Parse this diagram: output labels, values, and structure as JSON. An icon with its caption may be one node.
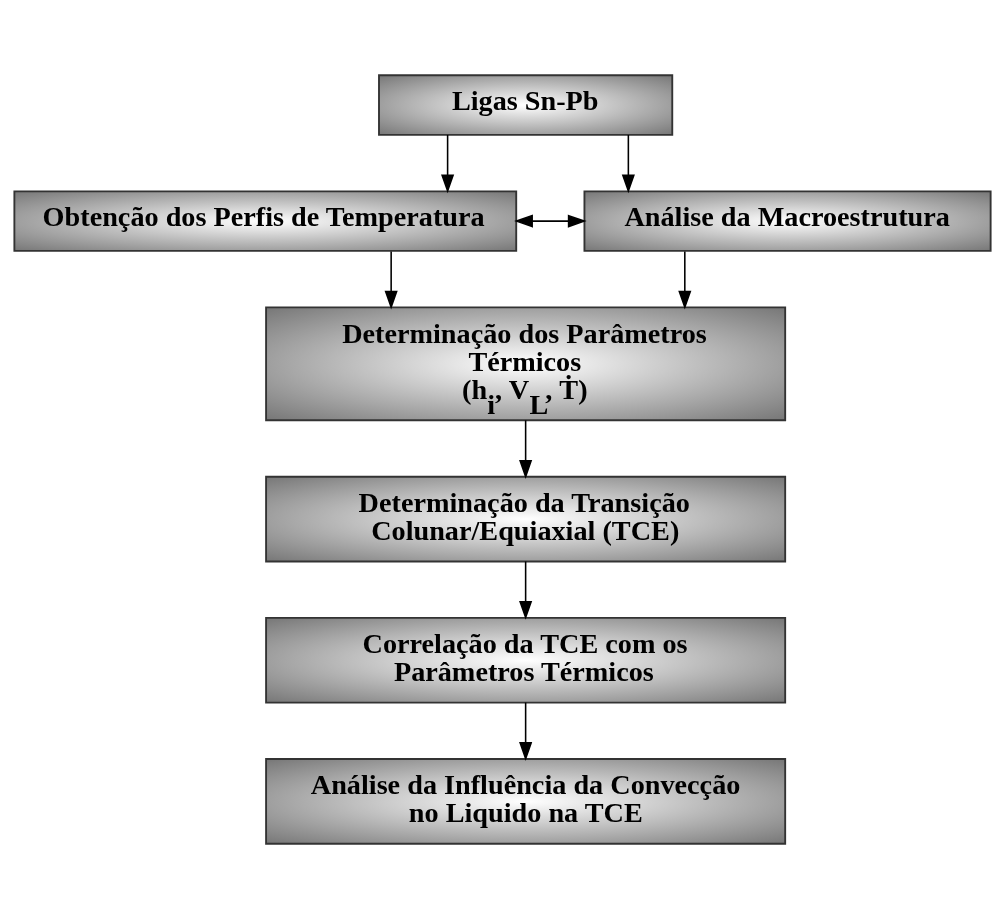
{
  "diagram": {
    "nodes": [
      {
        "text": [
          "Ligas Sn-Pb"
        ]
      },
      {
        "text": [
          "Obtenção dos Perfis de Temperatura"
        ]
      },
      {
        "text": [
          "Análise da Macroestrutura"
        ]
      },
      {
        "text": [
          "Determinação dos Parâmetros Térmicos",
          "(h$_{i}$, V$_{L}$, Ṫ)"
        ]
      },
      {
        "text": [
          "Determinação da Transição Colunar/Equiaxial (TCE)"
        ]
      },
      {
        "text": [
          "Correlação da TCE com os Parâmetros Térmicos"
        ]
      },
      {
        "text": [
          "Análise da Influência da Convecção no Liquido na TCE"
        ]
      }
    ],
    "edges": [
      {
        "from": 0,
        "to": 1,
        "arrow": "to"
      },
      {
        "from": 0,
        "to": 2,
        "arrow": "to"
      },
      {
        "from": 1,
        "to": 2,
        "arrow": "both"
      },
      {
        "from": 1,
        "to": 3,
        "arrow": "to"
      },
      {
        "from": 2,
        "to": 3,
        "arrow": "to"
      },
      {
        "from": 3,
        "to": 4,
        "arrow": "to"
      },
      {
        "from": 4,
        "to": 5,
        "arrow": "to"
      },
      {
        "from": 5,
        "to": 6,
        "arrow": "to"
      }
    ]
  }
}
